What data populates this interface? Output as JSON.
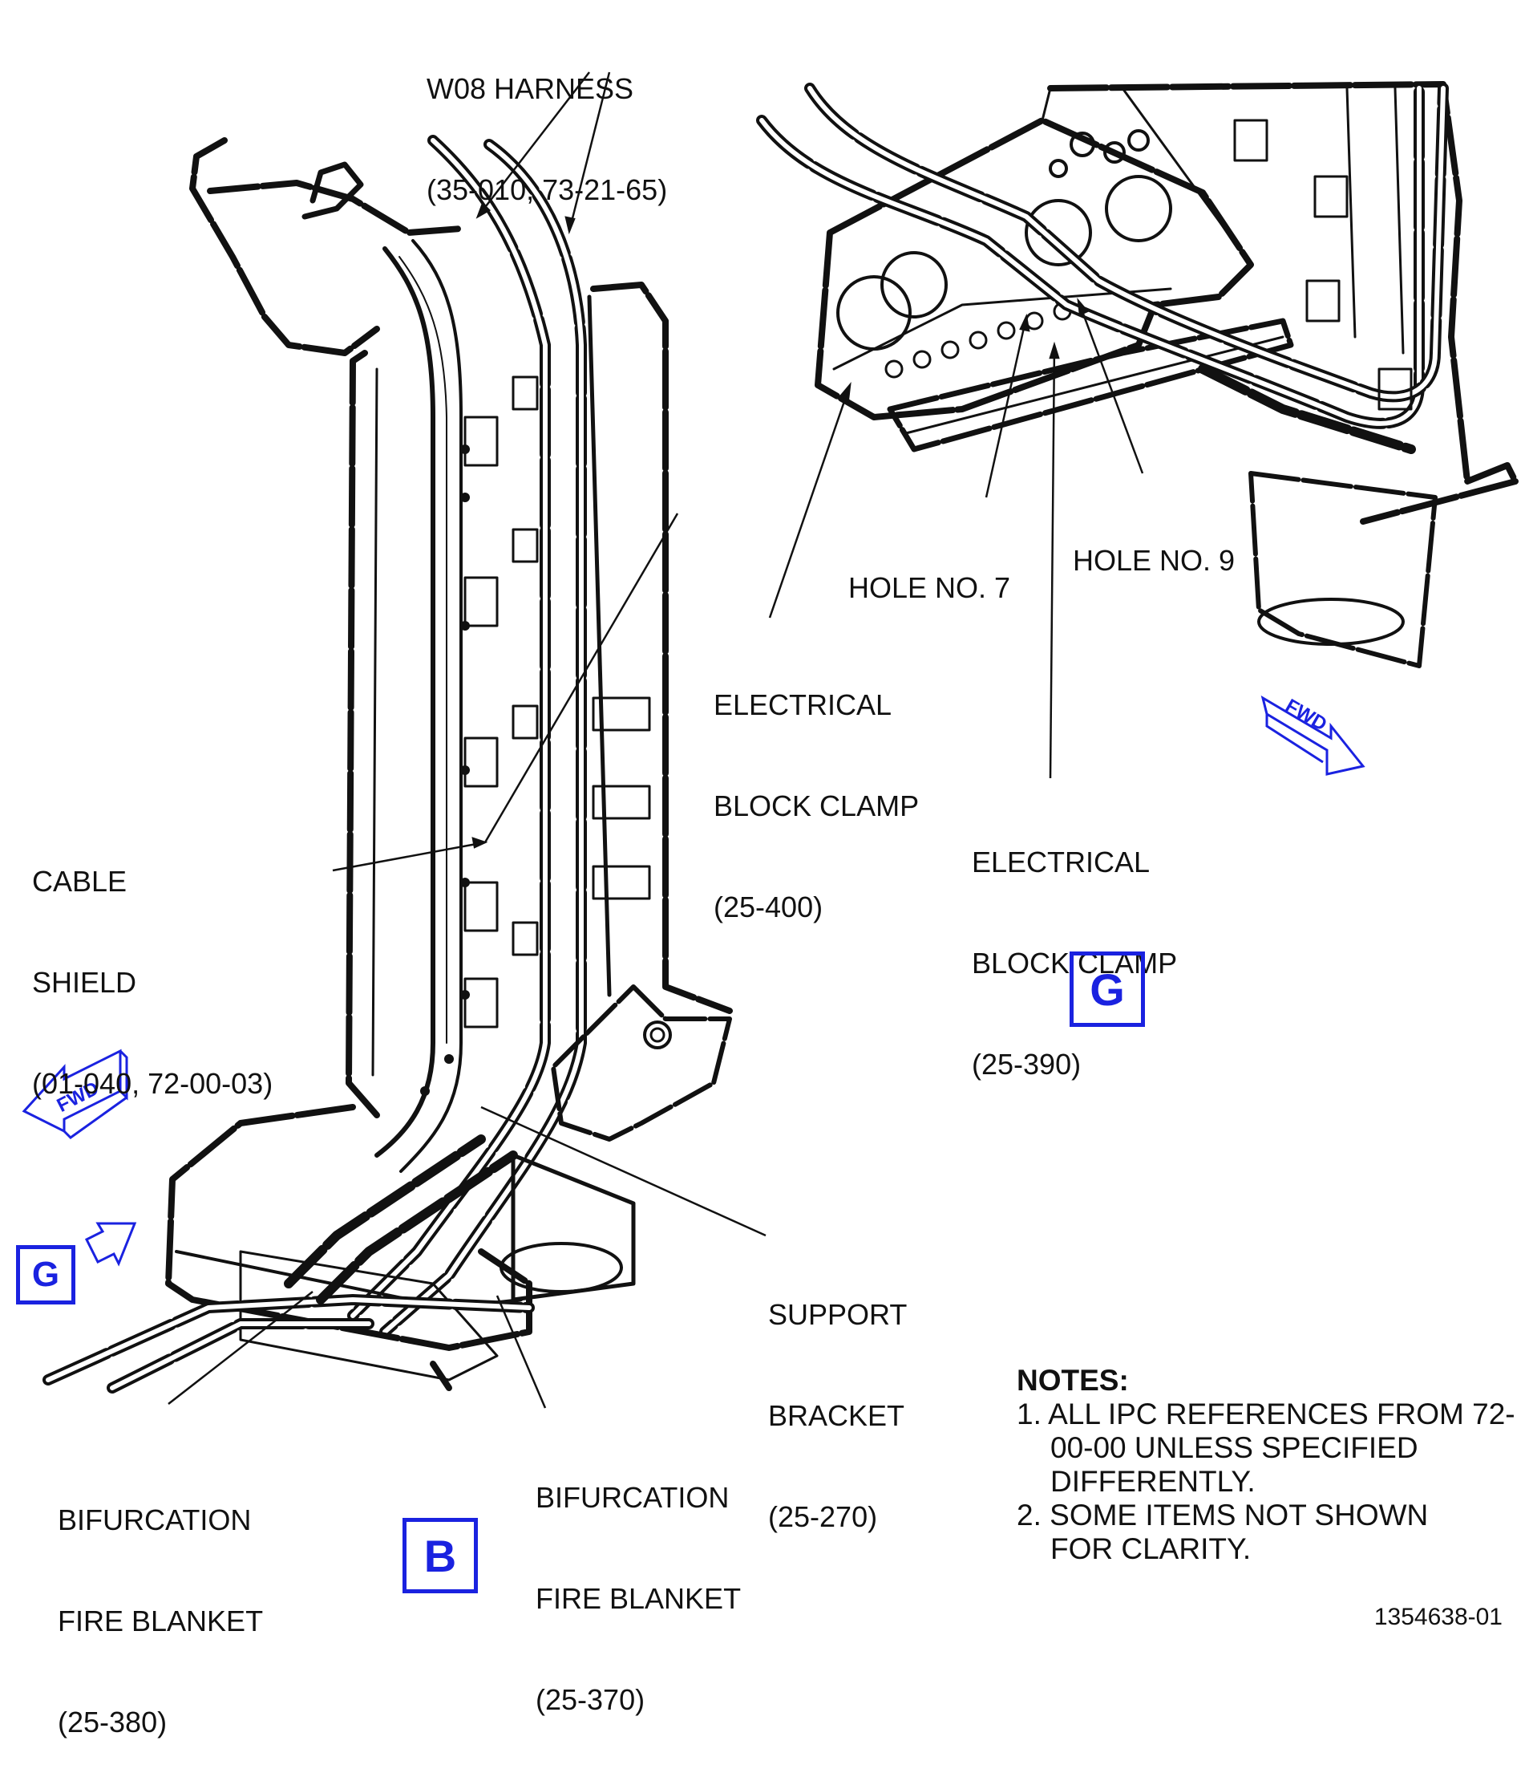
{
  "callouts": {
    "w08_harness": [
      "W08 HARNESS",
      "(35-010, 73-21-65)"
    ],
    "hole_7": "HOLE NO. 7",
    "hole_9": "HOLE NO. 9",
    "clamp_400": [
      "ELECTRICAL",
      "BLOCK CLAMP",
      "(25-400)"
    ],
    "clamp_390": [
      "ELECTRICAL",
      "BLOCK CLAMP",
      "(25-390)"
    ],
    "cable_shield": [
      "CABLE",
      "SHIELD",
      "(01-040, 72-00-03)"
    ],
    "support_bracket": [
      "SUPPORT",
      "BRACKET",
      "(25-270)"
    ],
    "blanket_380": [
      "BIFURCATION",
      "FIRE BLANKET",
      "(25-380)"
    ],
    "blanket_370": [
      "BIFURCATION",
      "FIRE BLANKET",
      "(25-370)"
    ]
  },
  "views": {
    "b": "B",
    "g_main": "G",
    "g_ref": "G"
  },
  "fwd_label": "FWD",
  "notes": {
    "heading": "NOTES:",
    "items": [
      "1. ALL IPC REFERENCES FROM 72-00-00 UNLESS SPECIFIED DIFFERENTLY.",
      "2. SOME ITEMS NOT SHOWN FOR CLARITY."
    ]
  },
  "figure_number": "1354638-01",
  "colors": {
    "view_marker": "#1a22e0",
    "ink": "#111111"
  }
}
